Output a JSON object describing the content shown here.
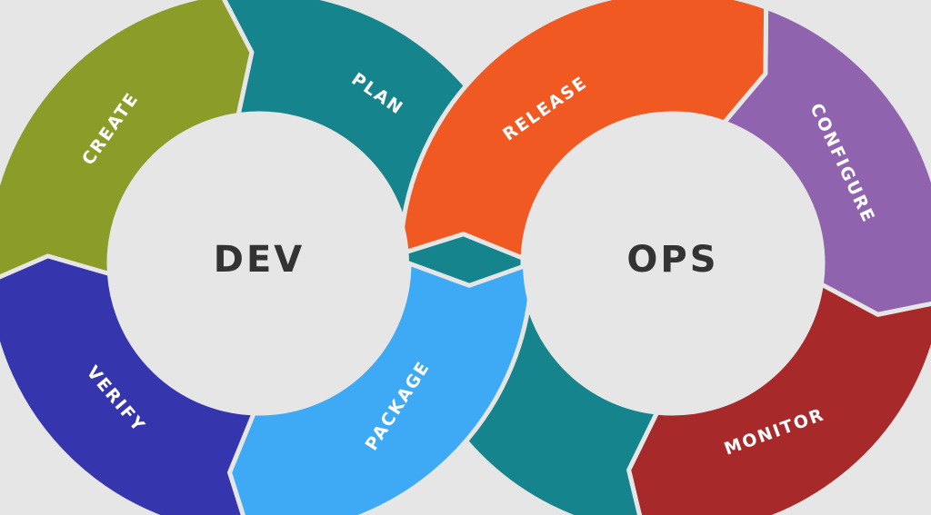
{
  "diagram": {
    "background": "#e6e6e6",
    "loops": [
      {
        "name": "DEV",
        "label": "DEV"
      },
      {
        "name": "OPS",
        "label": "OPS"
      }
    ],
    "stages": [
      {
        "key": "create",
        "label": "CREATE",
        "color": "#8b9c29",
        "loop": "DEV"
      },
      {
        "key": "plan",
        "label": "PLAN",
        "color": "#16848c",
        "loop": "DEV"
      },
      {
        "key": "package",
        "label": "PACKAGE",
        "color": "#3eaaf5",
        "loop": "DEV"
      },
      {
        "key": "verify",
        "label": "VERIFY",
        "color": "#3535ad",
        "loop": "DEV"
      },
      {
        "key": "release",
        "label": "RELEASE",
        "color": "#f05a22",
        "loop": "OPS"
      },
      {
        "key": "configure",
        "label": "CONFIGURE",
        "color": "#9063af",
        "loop": "OPS"
      },
      {
        "key": "monitor",
        "label": "MONITOR",
        "color": "#a8292a",
        "loop": "OPS"
      }
    ]
  }
}
